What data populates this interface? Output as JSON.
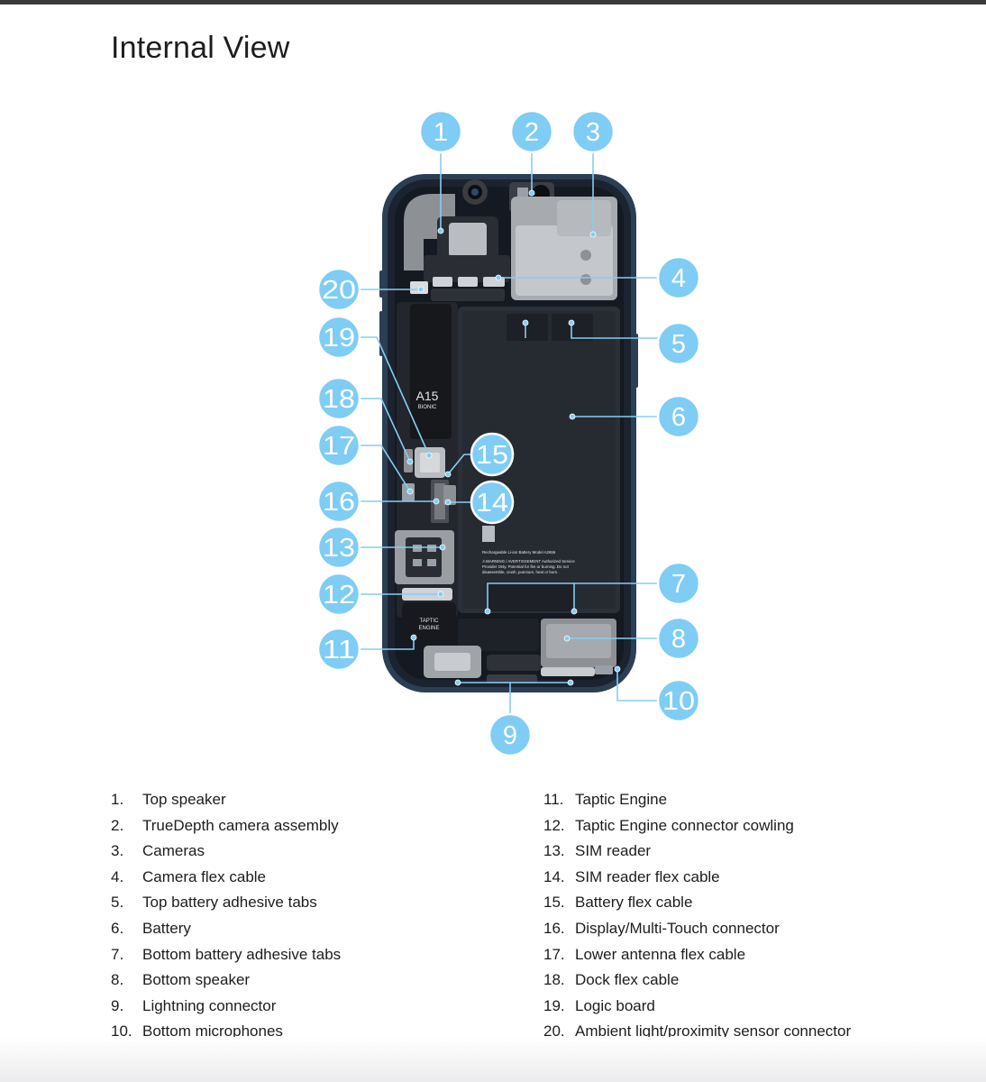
{
  "page": {
    "title": "Internal View"
  },
  "chip": {
    "name": "A15",
    "sub": "BIONIC"
  },
  "taptic_label": {
    "line1": "TAPTIC",
    "line2": "ENGINE"
  },
  "battery_label": {
    "line1": "Rechargeable Li-ion Battery Model A2656",
    "line2": "⚠WARNING / AVERTISSEMENT Authorized Service",
    "line3": "Provider Only. Potential for fire or burning. Do not",
    "line4": "disassemble, crush, puncture, heat or burn."
  },
  "colors": {
    "callout": "#7fcdf4",
    "callout_stroke": "#ffffff",
    "leader": "#86cdf2",
    "phone_frame": "#2c3e52"
  },
  "callouts": [
    "1",
    "2",
    "3",
    "4",
    "5",
    "6",
    "7",
    "8",
    "9",
    "10",
    "11",
    "12",
    "13",
    "14",
    "15",
    "16",
    "17",
    "18",
    "19",
    "20"
  ],
  "parts": [
    {
      "num": "1.",
      "label": "Top speaker"
    },
    {
      "num": "2.",
      "label": "TrueDepth camera assembly"
    },
    {
      "num": "3.",
      "label": "Cameras"
    },
    {
      "num": "4.",
      "label": "Camera flex cable"
    },
    {
      "num": "5.",
      "label": "Top battery adhesive tabs"
    },
    {
      "num": "6.",
      "label": "Battery"
    },
    {
      "num": "7.",
      "label": "Bottom battery adhesive tabs"
    },
    {
      "num": "8.",
      "label": "Bottom speaker"
    },
    {
      "num": "9.",
      "label": "Lightning connector"
    },
    {
      "num": "10.",
      "label": "Bottom microphones"
    },
    {
      "num": "11.",
      "label": "Taptic Engine"
    },
    {
      "num": "12.",
      "label": "Taptic Engine connector cowling"
    },
    {
      "num": "13.",
      "label": "SIM reader"
    },
    {
      "num": "14.",
      "label": "SIM reader flex cable"
    },
    {
      "num": "15.",
      "label": "Battery flex cable"
    },
    {
      "num": "16.",
      "label": "Display/Multi-Touch connector"
    },
    {
      "num": "17.",
      "label": "Lower antenna flex cable"
    },
    {
      "num": "18.",
      "label": "Dock flex cable"
    },
    {
      "num": "19.",
      "label": "Logic board"
    },
    {
      "num": "20.",
      "label": "Ambient light/proximity sensor connector"
    }
  ]
}
